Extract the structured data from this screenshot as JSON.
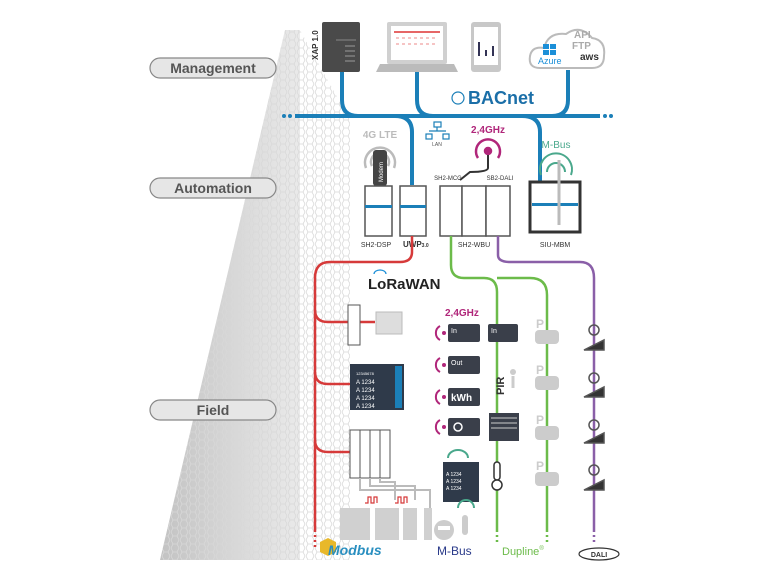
{
  "layers": {
    "management": "Management",
    "automation": "Automation",
    "field": "Field"
  },
  "management": {
    "xap": "XAP 1.0",
    "cloud": {
      "api": "API",
      "ftp": "FTP",
      "azure": "Azure",
      "aws": "aws"
    },
    "bacnet": "BACnet"
  },
  "automation": {
    "lte": "4G LTE",
    "modem": "Modem",
    "lan": "LAN",
    "wifi": "2,4GHz",
    "mbus": "M-Bus",
    "devices": {
      "sh2dsp": "SH2-DSP",
      "uwp": "UWP",
      "uwp_ver": "3.0",
      "sh2mcg": "SH2-MCG",
      "sb2dali": "SB2-DALI",
      "sh2wbu": "SH2-WBU",
      "siumbm": "SIU-MBM"
    }
  },
  "field": {
    "lorawan": "LoRaWAN",
    "wifi": "2,4GHz",
    "wireless": [
      "In",
      "Out",
      "kWh",
      ""
    ],
    "wired_in": "In",
    "pir": "PIR",
    "meter_lines": [
      "12345678",
      "A 1234",
      "A 1234",
      "A 1234",
      "A 1234"
    ],
    "small_meter_lines": [
      "A 1234",
      "A 1234",
      "A 1234"
    ]
  },
  "protocols": {
    "modbus": "Modbus",
    "mbus": "M-Bus",
    "dupline": "Dupline",
    "dupline_reg": "®",
    "dali": "DALI"
  },
  "colors": {
    "bus": "#1b7fb8",
    "modbus": "#d63a3a",
    "dupline": "#6cbb4a",
    "dali": "#8a5fa8",
    "wireless": "#b0267a",
    "mbus": "#4aa88c",
    "device_gray": "#c9c9c9"
  }
}
